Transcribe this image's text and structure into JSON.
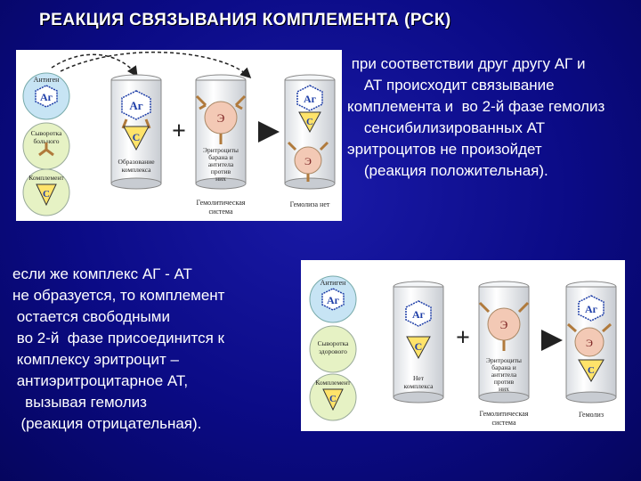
{
  "title": "РЕАКЦИЯ СВЯЗЫВАНИЯ КОМПЛЕМЕНТА (РСК)",
  "text_positive": " при соответствии друг другу АГ и\n    АТ происходит связывание\nкомплемента и  во 2-й фазе гемолиз\n    сенсибилизированных АТ\nэритроцитов не произойдет\n    (реакция положительная).",
  "text_negative": "если же комплекс АГ - АТ\nне образуется, то комплемент\n остается свободными\n во 2-й  фазе присоединится к\n комплексу эритроцит –\n антиэритроцитарное АТ,\n   вызывая гемолиз\n  (реакция отрицательная).",
  "diagram1": {
    "antigen_label": "Антиген",
    "ag": "Аг",
    "serum_label": "Сыворотка\nбольного",
    "complement_label": "Комплемент",
    "c": "С",
    "e": "Э",
    "tube1_caption": "Образование\nкомплекса",
    "tube2_caption": "Эритроциты\nбарана и\nантитела\nпротив\nних",
    "hemolytic_caption": "Гемолитическая\nсистема",
    "tube3_caption": "Гемолиза нет",
    "plus": "+"
  },
  "diagram2": {
    "antigen_label": "Антиген",
    "ag": "Аг",
    "serum_label": "Сыворотка\nздорового",
    "complement_label": "Комплемент",
    "c": "С",
    "e": "Э",
    "tube1_caption": "Нет\nкомплекса",
    "tube2_caption": "Эритроциты\nбарана и\nантитела\nпротив\nних",
    "hemolytic_caption": "Гемолитическая\nсистема",
    "tube3_caption": "Гемолиз",
    "plus": "+"
  },
  "colors": {
    "background": "#0b0b86",
    "circle_blue": "#c7e4f4",
    "circle_green": "#e6f2c4",
    "triangle_yellow": "#ffe36a",
    "erythrocyte": "#f3c9b5",
    "antibody": "#b07a3c",
    "text_blue": "#1f3fa8"
  }
}
